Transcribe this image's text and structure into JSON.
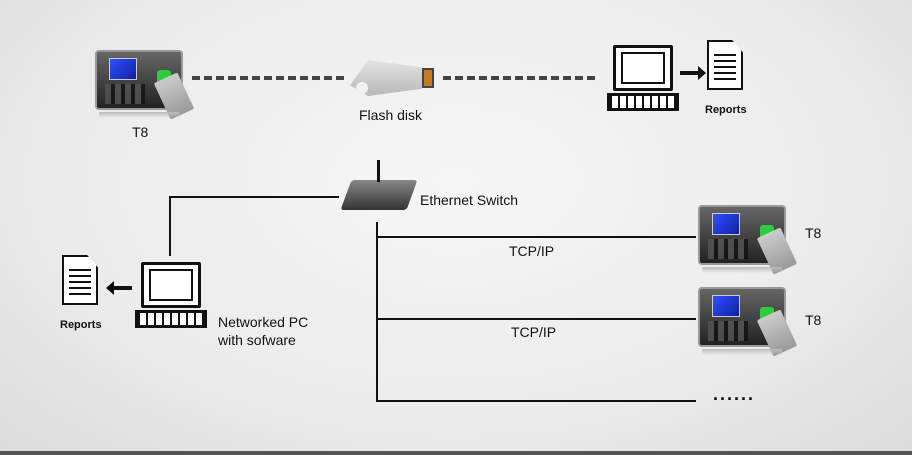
{
  "top": {
    "device_label": "T8",
    "flash_label": "Flash disk",
    "reports_label": "Reports"
  },
  "network": {
    "switch_label": "Ethernet Switch",
    "pc_label_line1": "Networked PC",
    "pc_label_line2": "with  sofware",
    "reports_label": "Reports",
    "links": [
      {
        "label": "TCP/IP",
        "device": "T8"
      },
      {
        "label": "TCP/IP",
        "device": "T8"
      }
    ],
    "more": "......"
  }
}
